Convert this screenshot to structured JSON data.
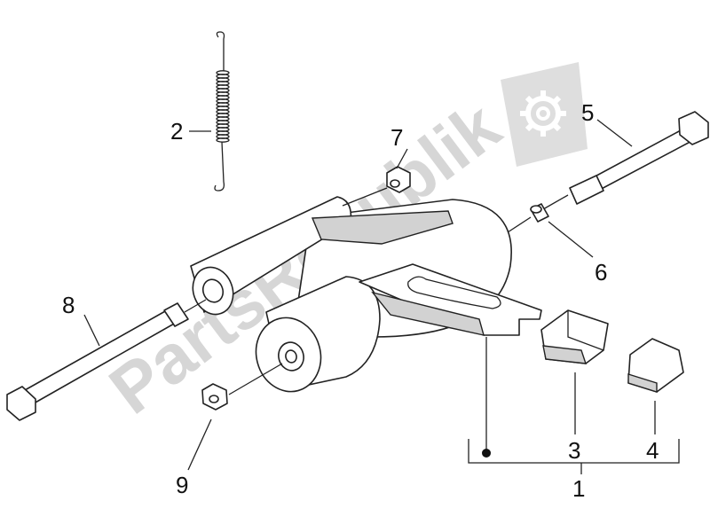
{
  "watermark": "PartsRepublik",
  "callouts": [
    {
      "id": "1",
      "text": "1"
    },
    {
      "id": "2",
      "text": "2"
    },
    {
      "id": "3",
      "text": "3"
    },
    {
      "id": "4",
      "text": "4"
    },
    {
      "id": "5",
      "text": "5"
    },
    {
      "id": "6",
      "text": "6"
    },
    {
      "id": "7",
      "text": "7"
    },
    {
      "id": "8",
      "text": "8"
    },
    {
      "id": "9",
      "text": "9"
    }
  ],
  "icons": [
    "gear-icon"
  ],
  "colors": {
    "line": "#222222",
    "watermark": "#cfcfcf",
    "shade": "#d2d2d2"
  }
}
